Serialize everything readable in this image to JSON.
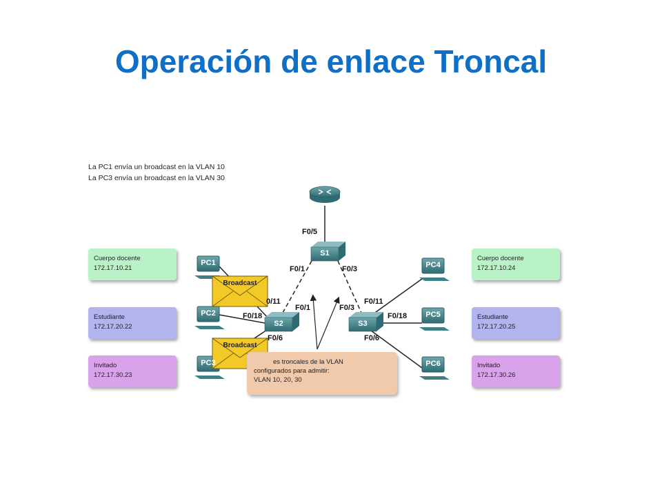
{
  "title": "Operación de enlace Troncal",
  "notes": [
    "La PC1 envía un broadcast en la VLAN 10",
    "La PC3 envía un broadcast en la VLAN 30"
  ],
  "left_boxes": [
    {
      "name": "Cuerpo docente",
      "ip": "172.17.10.21",
      "color": "#b9f2c6"
    },
    {
      "name": "Estudiante",
      "ip": "172.17.20.22",
      "color": "#b3b3ee"
    },
    {
      "name": "Invitado",
      "ip": "172.17.30.23",
      "color": "#d9a3ec"
    }
  ],
  "right_boxes": [
    {
      "name": "Cuerpo docente",
      "ip": "172.17.10.24",
      "color": "#b9f2c6"
    },
    {
      "name": "Estudiante",
      "ip": "172.17.20.25",
      "color": "#b3b3ee"
    },
    {
      "name": "Invitado",
      "ip": "172.17.30.26",
      "color": "#d9a3ec"
    }
  ],
  "pcs": [
    "PC1",
    "PC2",
    "PC3",
    "PC4",
    "PC5",
    "PC6"
  ],
  "switches": [
    "S1",
    "S2",
    "S3"
  ],
  "ports": {
    "router_s1": "F0/5",
    "s1_left": "F0/1",
    "s1_right": "F0/3",
    "s2_up_a": "0/11",
    "s2_up_b": "F0/1",
    "s2_pc2": "F0/18",
    "s2_pc3": "F0/6",
    "s3_up": "F0/3",
    "s3_pc4": "F0/11",
    "s3_pc5": "F0/18",
    "s3_pc6": "F0/6"
  },
  "broadcast_label": "Broadcast",
  "callout": [
    "es troncales de la VLAN",
    "configurados para admitir:",
    "VLAN 10, 20, 30"
  ],
  "colors": {
    "title": "#0f6fc6",
    "device": "#3f7f86",
    "envelope": "#f3c928",
    "callout": "#f1c9ab"
  },
  "icons": {
    "router": "router-icon",
    "switch": "switch-icon",
    "pc": "pc-icon",
    "envelope": "envelope-icon"
  }
}
